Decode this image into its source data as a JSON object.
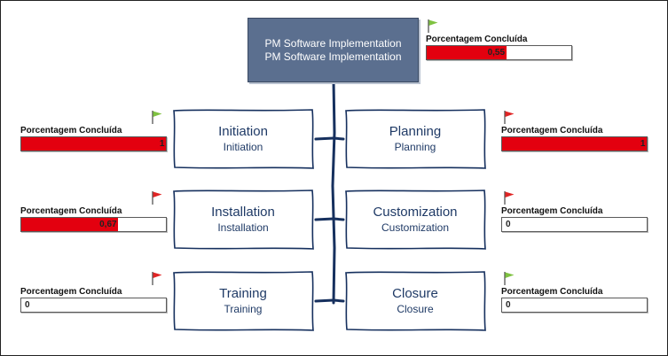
{
  "root": {
    "line1": "PM Software Implementation",
    "line2": "PM Software Implementation"
  },
  "colors": {
    "root_fill": "#5b6f8f",
    "bar_fill": "#e3000f",
    "flag_green": "#7fc241",
    "flag_red": "#e02424",
    "connector": "#16305e"
  },
  "root_kpi": {
    "label": "Porcentagem Concluída",
    "value_text": "0,55",
    "fraction": 0.55,
    "flag": "green"
  },
  "nodes": [
    {
      "id": "initiation",
      "title": "Initiation",
      "subtitle": "Initiation",
      "kpi": {
        "label": "Porcentagem Concluída",
        "value_text": "1",
        "fraction": 1.0,
        "flag": "green"
      }
    },
    {
      "id": "planning",
      "title": "Planning",
      "subtitle": "Planning",
      "kpi": {
        "label": "Porcentagem Concluída",
        "value_text": "1",
        "fraction": 1.0,
        "flag": "red"
      }
    },
    {
      "id": "installation",
      "title": "Installation",
      "subtitle": "Installation",
      "kpi": {
        "label": "Porcentagem Concluída",
        "value_text": "0,67",
        "fraction": 0.67,
        "flag": "red"
      }
    },
    {
      "id": "customization",
      "title": "Customization",
      "subtitle": "Customization",
      "kpi": {
        "label": "Porcentagem Concluída",
        "value_text": "0",
        "fraction": 0,
        "flag": "red"
      }
    },
    {
      "id": "training",
      "title": "Training",
      "subtitle": "Training",
      "kpi": {
        "label": "Porcentagem Concluída",
        "value_text": "0",
        "fraction": 0,
        "flag": "red"
      }
    },
    {
      "id": "closure",
      "title": "Closure",
      "subtitle": "Closure",
      "kpi": {
        "label": "Porcentagem Concluída",
        "value_text": "0",
        "fraction": 0,
        "flag": "green"
      }
    }
  ]
}
